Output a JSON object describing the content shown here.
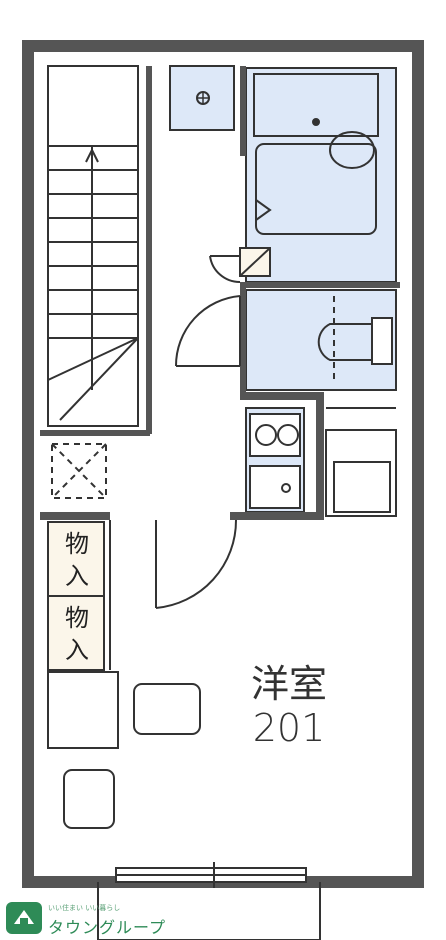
{
  "room": {
    "name": "洋室",
    "number": "201"
  },
  "storage": [
    {
      "chars": [
        "物",
        "入"
      ]
    },
    {
      "chars": [
        "物",
        "入"
      ]
    }
  ],
  "logo": {
    "text": "タウングループ",
    "subtext": "いい住まい いい暮らし"
  },
  "colors": {
    "wall": "#555555",
    "wet_area": "#dde8f8",
    "storage_fill": "#fbf6ea",
    "line": "#333333",
    "logo_green": "#2e8b57"
  }
}
